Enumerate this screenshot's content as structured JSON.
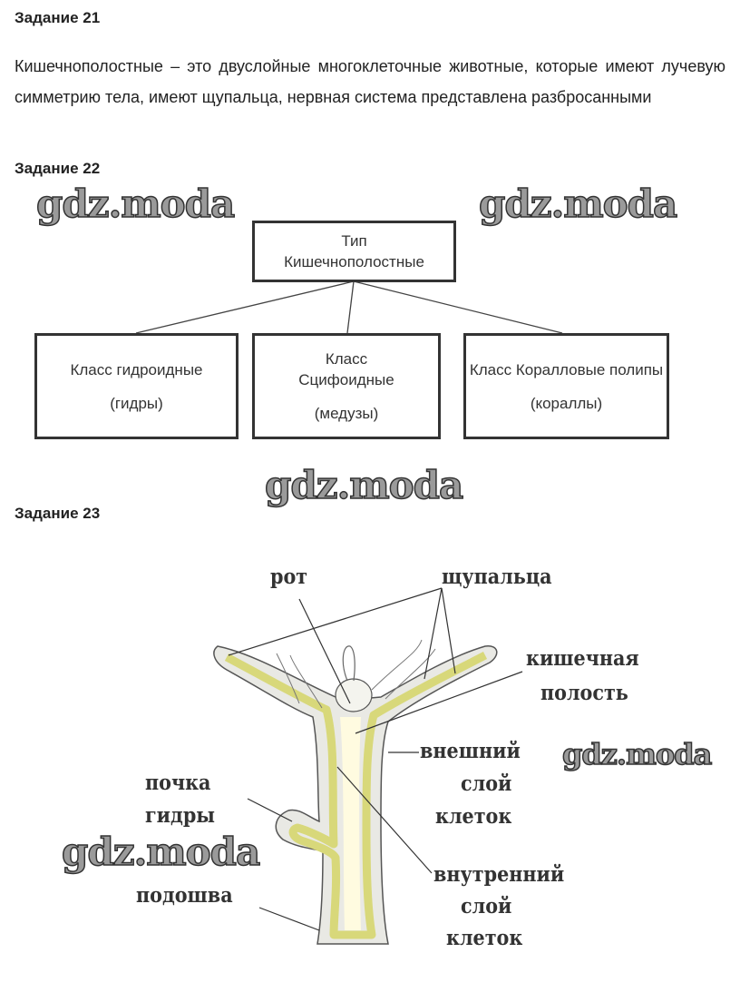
{
  "task21": {
    "heading": "Задание 21",
    "text": "Кишечнополостные – это двуслойные многоклеточные животные, которые имеют лучевую симметрию тела, имеют щупальца, нервная система представлена разбросанными"
  },
  "task22": {
    "heading": "Задание 22",
    "root": {
      "line1": "Тип",
      "line2": "Кишечнополостные"
    },
    "classes": [
      {
        "name": "Класс гидроидные",
        "example": "(гидры)"
      },
      {
        "name": "Класс Сцифоидные",
        "example": "(медузы)"
      },
      {
        "name": "Класс Коралловые полипы",
        "example": "(кораллы)"
      }
    ]
  },
  "task23": {
    "heading": "Задание 23",
    "labels": {
      "mouth": "рот",
      "tentacles": "щупальца",
      "cavity1": "кишечная",
      "cavity2": "полость",
      "outer1": "внешний",
      "outer2": "слой",
      "outer3": "клеток",
      "bud1": "почка",
      "bud2": "гидры",
      "sole": "подошва",
      "inner1": "внутренний",
      "inner2": "слой",
      "inner3": "клеток"
    }
  },
  "watermark": "gdz.moda"
}
